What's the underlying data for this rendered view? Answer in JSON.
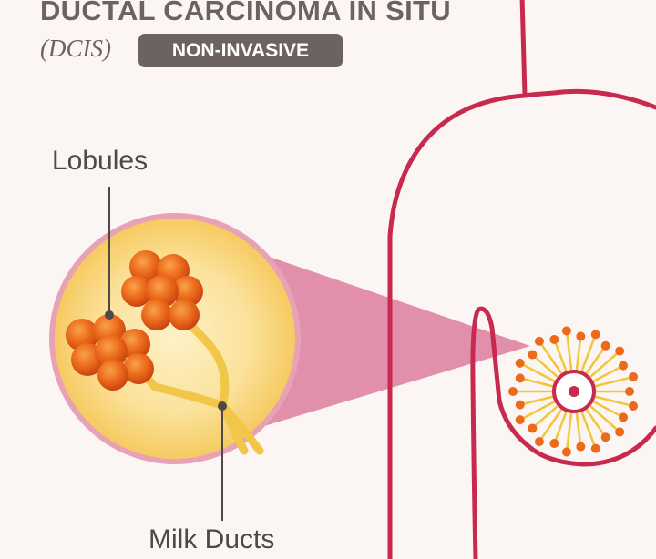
{
  "header": {
    "title": "DUCTAL CARCINOMA IN SITU",
    "subtitle": "(DCIS)",
    "badge": "NON-INVASIVE"
  },
  "labels": {
    "lobules": "Lobules",
    "milk_ducts": "Milk Ducts"
  },
  "colors": {
    "text": "#6c6360",
    "badge_bg": "#6c6360",
    "body_outline": "#c8294f",
    "magnifier_cone": "#dc7d9c",
    "circle_fill": "#f9d884",
    "circle_rim": "#e8a2b5",
    "lobule": "#ec6a1c",
    "duct": "#f0c73a",
    "nipple": "#c8294f"
  },
  "icons": [
    "lobule-cluster",
    "milk-duct",
    "breast-outline",
    "nipple",
    "magnifier-circle"
  ]
}
